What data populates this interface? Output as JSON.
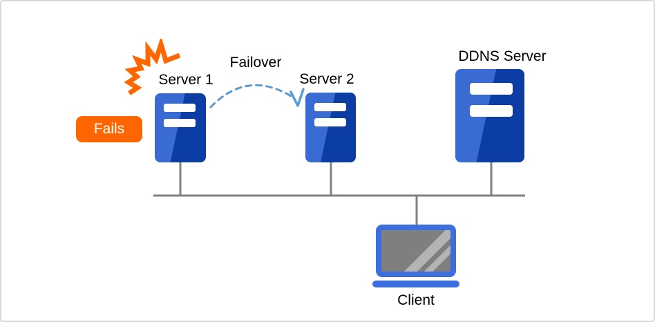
{
  "diagram": {
    "type": "network-failover-diagram",
    "nodes": [
      {
        "id": "server1",
        "label": "Server 1",
        "kind": "server",
        "status": "failed"
      },
      {
        "id": "server2",
        "label": "Server 2",
        "kind": "server",
        "status": "ok"
      },
      {
        "id": "ddns",
        "label": "DDNS Server",
        "kind": "server",
        "status": "ok"
      },
      {
        "id": "client",
        "label": "Client",
        "kind": "laptop",
        "status": "ok"
      }
    ],
    "edges": [
      {
        "from": "server1",
        "to": "server2",
        "label": "Failover",
        "style": "dashed-arc-arrow"
      },
      {
        "from": "server1",
        "to": "network-bus",
        "style": "solid"
      },
      {
        "from": "server2",
        "to": "network-bus",
        "style": "solid"
      },
      {
        "from": "ddns",
        "to": "network-bus",
        "style": "solid"
      },
      {
        "from": "client",
        "to": "network-bus",
        "style": "solid"
      }
    ],
    "badge": "Fails",
    "edge_label": "Failover"
  },
  "icons": {
    "crash": "crash-burst-icon",
    "server": "server-tower-icon",
    "laptop": "laptop-icon"
  },
  "colors": {
    "server_light_blue": "#3a6bd2",
    "server_dark_blue": "#0b3da5",
    "laptop_blue": "#3c6edd",
    "accent_orange": "#ff6600",
    "failover_dash_blue": "#5b9bd5",
    "network_line_gray": "#808080",
    "screen_gray": "#7f7f7f",
    "label_text": "#000000",
    "canvas_border": "#d9d9d9"
  }
}
